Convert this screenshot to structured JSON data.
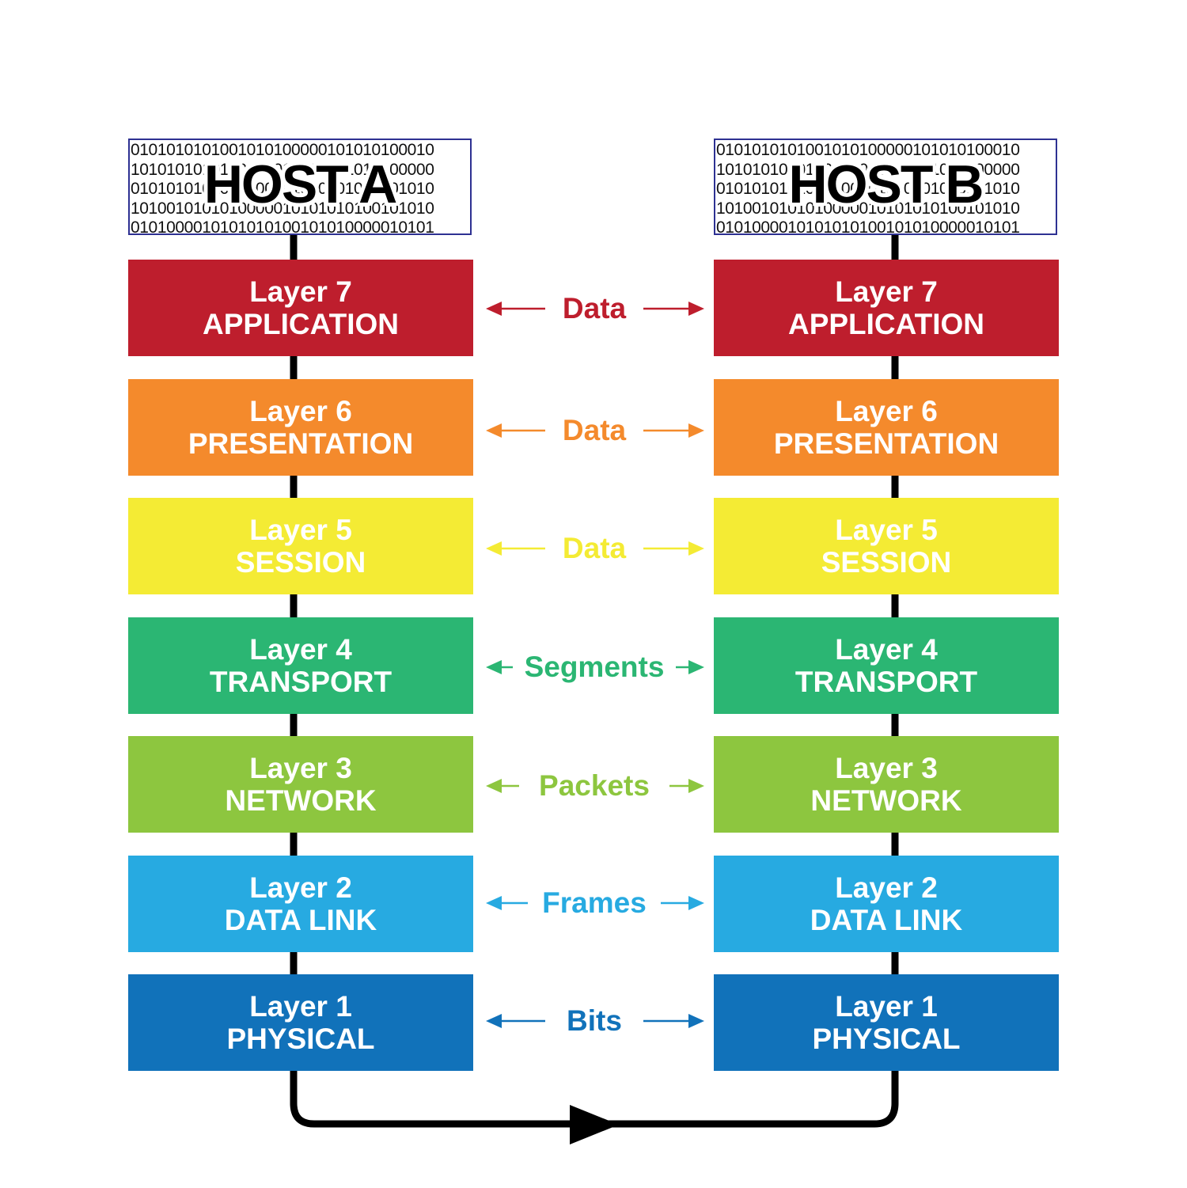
{
  "binary_rows": [
    "0101010101001010100000101010100010",
    "1010101010100101010010101010100000",
    "0101010101010100101010101000101010",
    "1010010101010000010101010100101010",
    "0101000010101010100101010000010101"
  ],
  "hosts": {
    "a": {
      "title": "HOST A"
    },
    "b": {
      "title": "HOST B"
    }
  },
  "layers": [
    {
      "number": "Layer 7",
      "name": "APPLICATION",
      "unit": "Data",
      "color": "#be1e2d"
    },
    {
      "number": "Layer 6",
      "name": "PRESENTATION",
      "unit": "Data",
      "color": "#f48a2c"
    },
    {
      "number": "Layer 5",
      "name": "SESSION",
      "unit": "Data",
      "color": "#f4eb34"
    },
    {
      "number": "Layer 4",
      "name": "TRANSPORT",
      "unit": "Segments",
      "color": "#2bb673"
    },
    {
      "number": "Layer 3",
      "name": "NETWORK",
      "unit": "Packets",
      "color": "#8dc63f"
    },
    {
      "number": "Layer 2",
      "name": "DATA LINK",
      "unit": "Frames",
      "color": "#27aae1"
    },
    {
      "number": "Layer 1",
      "name": "PHYSICAL",
      "unit": "Bits",
      "color": "#1172ba"
    }
  ],
  "line_color": "#000000"
}
